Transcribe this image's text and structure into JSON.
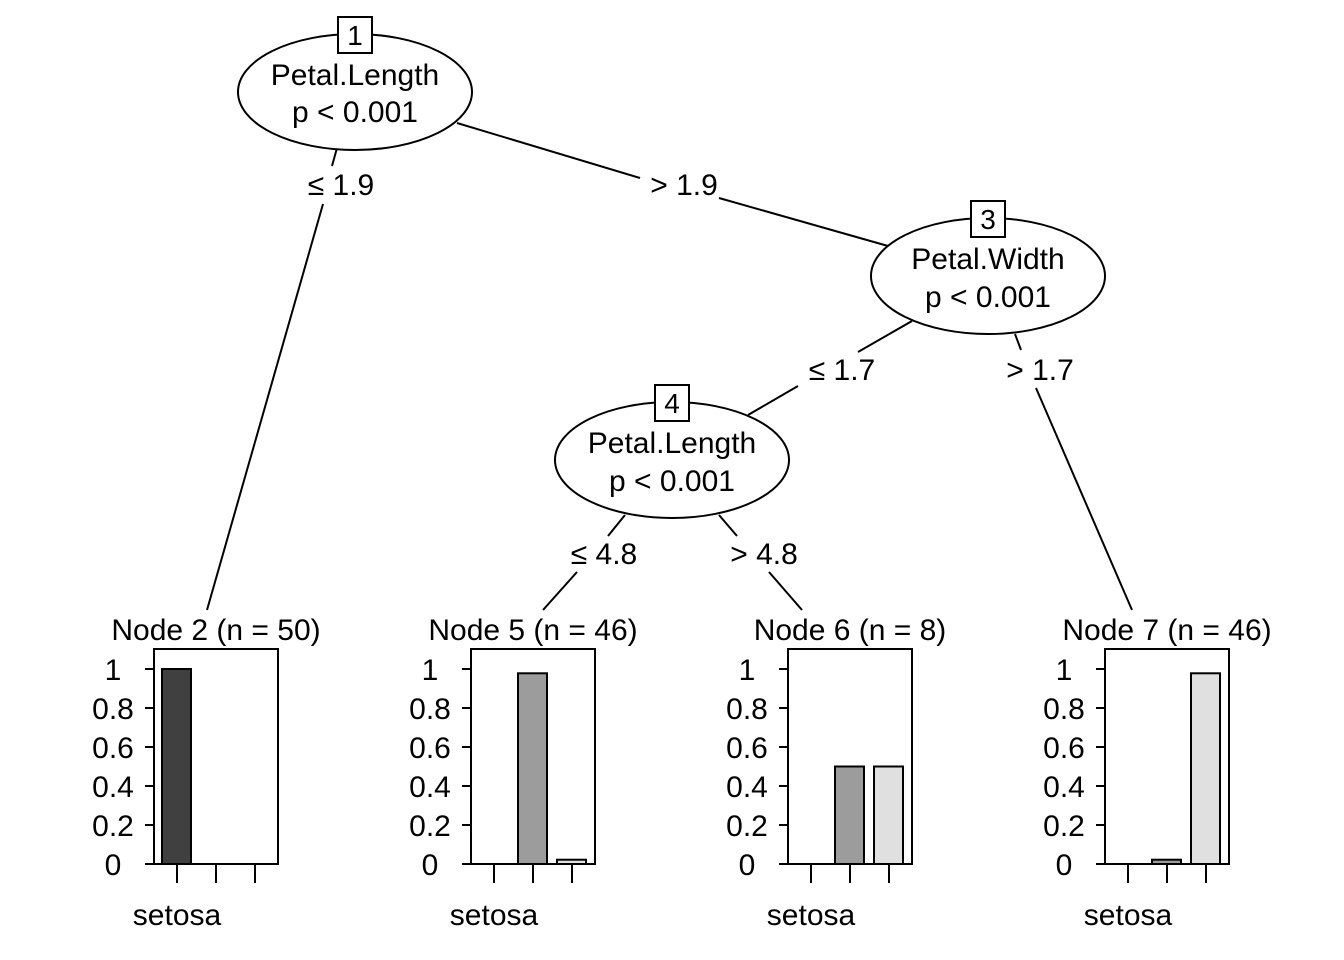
{
  "inner_nodes": [
    {
      "id": "1",
      "variable": "Petal.Length",
      "pvalue": "p < 0.001"
    },
    {
      "id": "3",
      "variable": "Petal.Width",
      "pvalue": "p < 0.001"
    },
    {
      "id": "4",
      "variable": "Petal.Length",
      "pvalue": "p < 0.001"
    }
  ],
  "edge_labels": {
    "n1_left": "≤ 1.9",
    "n1_right": "> 1.9",
    "n3_left": "≤ 1.7",
    "n3_right": "> 1.7",
    "n4_left": "≤ 4.8",
    "n4_right": "> 4.8"
  },
  "chart_data": {
    "type": "bar",
    "ylim": [
      0,
      1
    ],
    "yticks": [
      "0",
      "0.2",
      "0.4",
      "0.6",
      "0.8",
      "1"
    ],
    "class_label_shown": "setosa",
    "series_colors": [
      "#404040",
      "#9c9c9c",
      "#e0e0e0"
    ],
    "terminal_nodes": [
      {
        "title": "Node 2 (n = 50)",
        "values": [
          1.0,
          0.0,
          0.0
        ]
      },
      {
        "title": "Node 5 (n = 46)",
        "values": [
          0.0,
          0.978,
          0.022
        ]
      },
      {
        "title": "Node 6 (n = 8)",
        "values": [
          0.0,
          0.5,
          0.5
        ]
      },
      {
        "title": "Node 7 (n = 46)",
        "values": [
          0.0,
          0.022,
          0.978
        ]
      }
    ]
  }
}
